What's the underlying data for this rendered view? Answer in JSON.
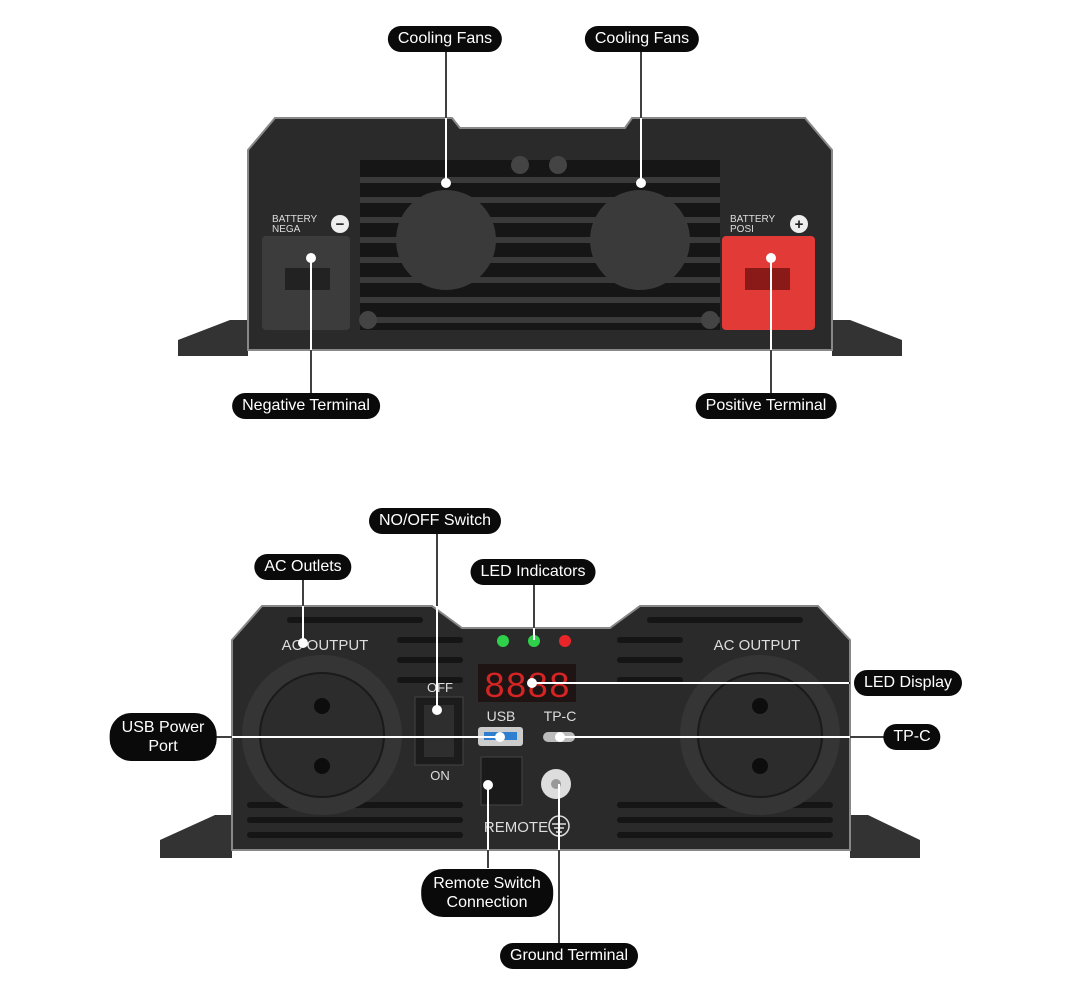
{
  "callouts": {
    "cooling_fans_1": "Cooling Fans",
    "cooling_fans_2": "Cooling Fans",
    "negative_terminal": "Negative Terminal",
    "positive_terminal": "Positive Terminal",
    "on_off_switch": "NO/OFF Switch",
    "ac_outlets": "AC Outlets",
    "led_indicators": "LED Indicators",
    "led_display": "LED Display",
    "usb_power_port_line1": "USB Power",
    "usb_power_port_line2": "Port",
    "tp_c": "TP-C",
    "remote_line1": "Remote Switch",
    "remote_line2": "Connection",
    "ground_terminal": "Ground Terminal"
  },
  "device_top": {
    "battery_neg_line1": "BATTERY",
    "battery_neg_line2": "NEGA",
    "battery_pos_line1": "BATTERY",
    "battery_pos_line2": "POSI",
    "minus": "−",
    "plus": "+"
  },
  "device_front": {
    "ac_output_left": "AC OUTPUT",
    "ac_output_right": "AC OUTPUT",
    "switch_off": "OFF",
    "switch_on": "ON",
    "display_digits": "8888",
    "usb": "USB",
    "tpc": "TP-C",
    "remote": "REMOTE"
  },
  "colors": {
    "body": "#2b2b2b",
    "red_terminal": "#e23a36",
    "led_green": "#2fd04a",
    "led_red": "#e8262a",
    "display_red": "#d42424"
  }
}
